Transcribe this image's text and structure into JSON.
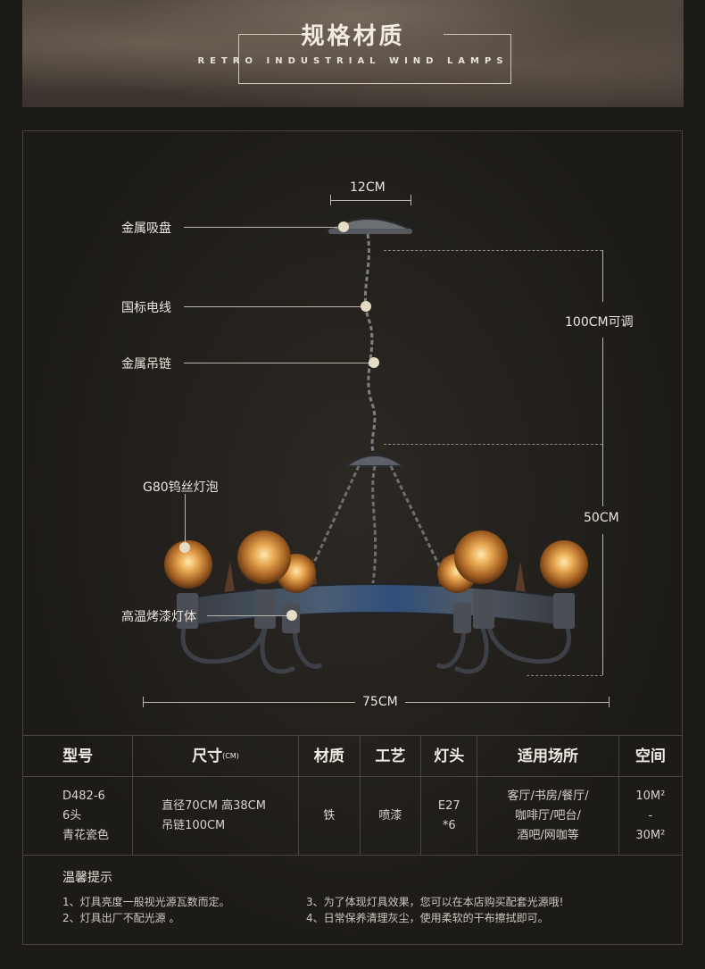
{
  "banner": {
    "title": "规格材质",
    "subtitle": "RETRO INDUSTRIAL WIND LAMPS"
  },
  "diagram": {
    "labels": {
      "ceiling_plate": "金属吸盘",
      "cable": "国标电线",
      "chain": "金属吊链",
      "bulb": "G80钨丝灯泡",
      "body": "高温烤漆灯体"
    },
    "dimensions": {
      "plate_width": "12CM",
      "chain_length": "100CM可调",
      "height": "50CM",
      "width": "75CM"
    }
  },
  "spec_table": {
    "headers": {
      "model": "型号",
      "size": "尺寸",
      "size_unit": "(CM)",
      "material": "材质",
      "process": "工艺",
      "socket": "灯头",
      "usage": "适用场所",
      "space": "空间"
    },
    "row": {
      "model": [
        "D482-6",
        "6头",
        "青花瓷色"
      ],
      "size": [
        "直径70CM 高38CM",
        "吊链100CM"
      ],
      "material": "铁",
      "process": "喷漆",
      "socket": [
        "E27",
        "*6"
      ],
      "usage": [
        "客厅/书房/餐厅/",
        "咖啡厅/吧台/",
        "酒吧/网咖等"
      ],
      "space": [
        "10M²",
        "-",
        "30M²"
      ]
    }
  },
  "tips": {
    "title": "温馨提示",
    "items": [
      "1、灯具亮度一般视光源瓦数而定。",
      "2、灯具出厂不配光源 。",
      "3、为了体现灯具效果，您可以在本店购买配套光源哦!",
      "4、日常保养清理灰尘，使用柔软的干布擦拭即可。"
    ]
  }
}
